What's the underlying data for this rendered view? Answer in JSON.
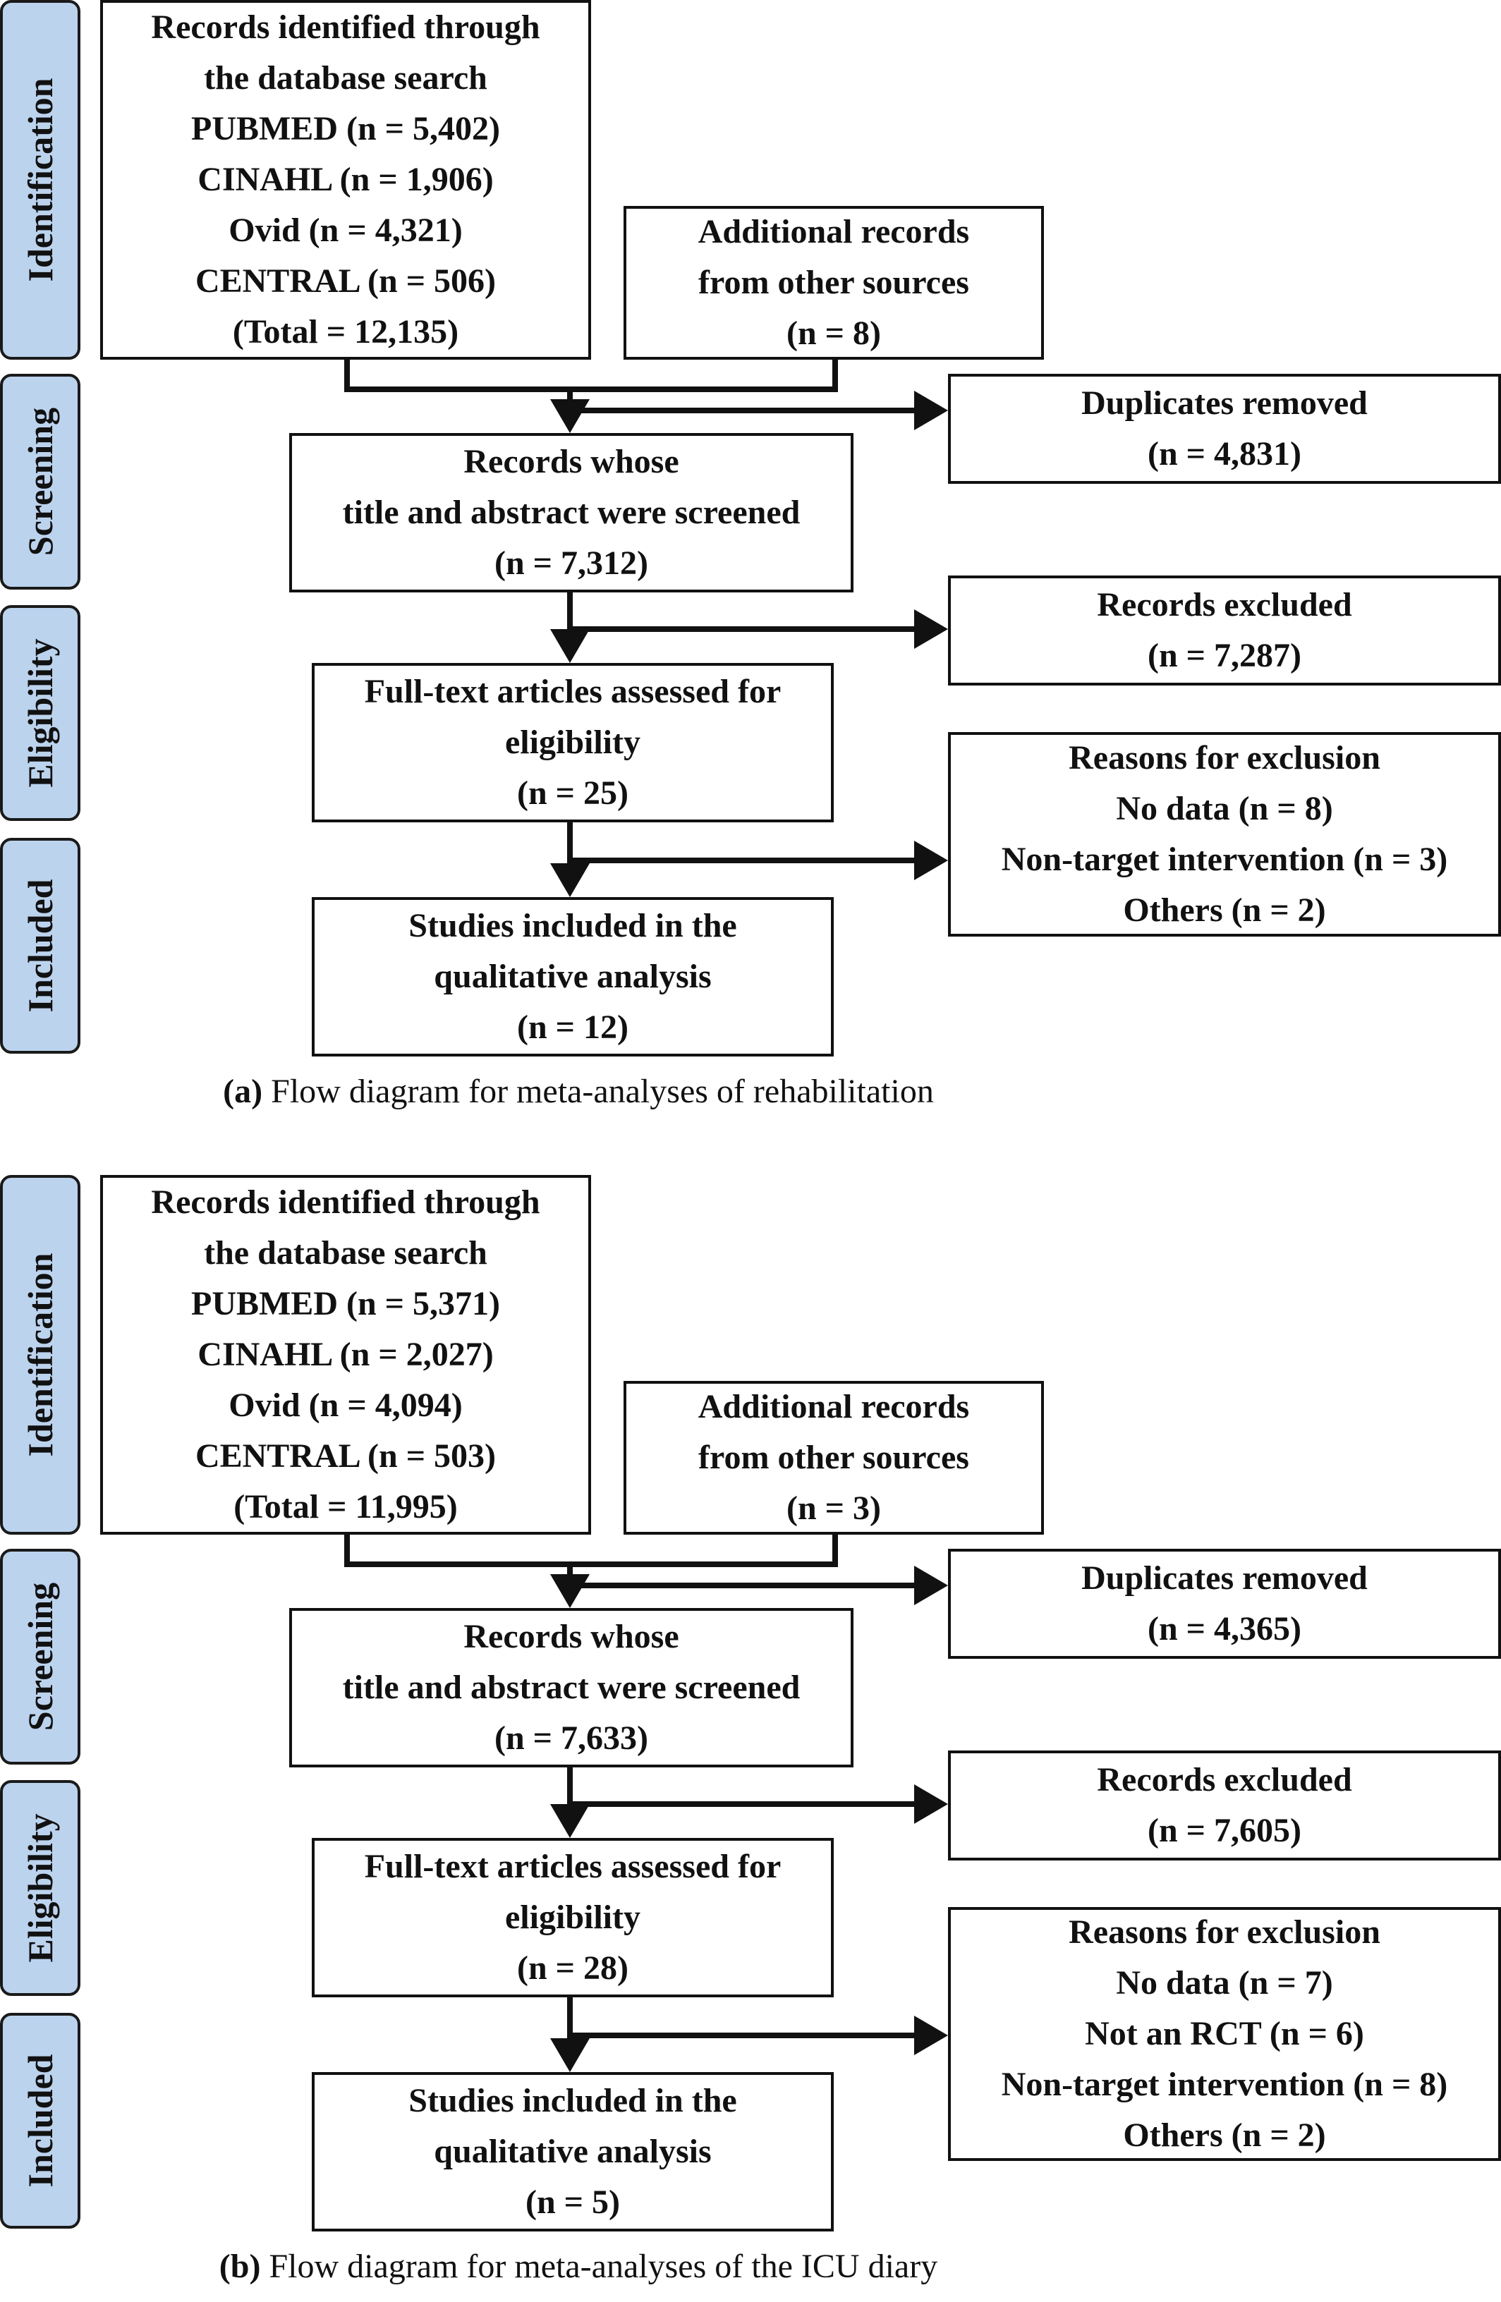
{
  "stages": [
    "Identification",
    "Screening",
    "Eligibility",
    "Included"
  ],
  "panels": [
    {
      "id": "a",
      "database": [
        "Records identified through",
        "the database search",
        "PUBMED (n = 5,402)",
        "CINAHL (n = 1,906)",
        "Ovid (n = 4,321)",
        "CENTRAL (n = 506)",
        "(Total = 12,135)"
      ],
      "additional": [
        "Additional records",
        "from other sources",
        "(n = 8)"
      ],
      "duplicates": [
        "Duplicates removed",
        "(n = 4,831)"
      ],
      "screened": [
        "Records whose",
        "title and abstract were screened",
        "(n = 7,312)"
      ],
      "excluded": [
        "Records excluded",
        "(n = 7,287)"
      ],
      "fulltext": [
        "Full-text articles assessed for",
        "eligibility",
        "(n = 25)"
      ],
      "reasons": [
        "Reasons for exclusion",
        "No data (n = 8)",
        "Non-target intervention (n = 3)",
        "Others (n = 2)"
      ],
      "included": [
        "Studies included in the",
        "qualitative analysis",
        "(n = 12)"
      ],
      "caption_label": "(a)",
      "caption_text": " Flow diagram for meta-analyses of rehabilitation"
    },
    {
      "id": "b",
      "database": [
        "Records identified through",
        "the database search",
        "PUBMED (n = 5,371)",
        "CINAHL (n = 2,027)",
        "Ovid (n = 4,094)",
        "CENTRAL (n = 503)",
        "(Total = 11,995)"
      ],
      "additional": [
        "Additional records",
        "from other sources",
        "(n = 3)"
      ],
      "duplicates": [
        "Duplicates removed",
        "(n = 4,365)"
      ],
      "screened": [
        "Records whose",
        "title and abstract were screened",
        "(n = 7,633)"
      ],
      "excluded": [
        "Records excluded",
        "(n = 7,605)"
      ],
      "fulltext": [
        "Full-text articles assessed for",
        "eligibility",
        "(n = 28)"
      ],
      "reasons": [
        "Reasons for exclusion",
        "No data (n = 7)",
        "Not an RCT (n = 6)",
        "Non-target intervention (n = 8)",
        "Others (n = 2)"
      ],
      "included": [
        "Studies included in the",
        "qualitative analysis",
        "(n = 5)"
      ],
      "caption_label": "(b)",
      "caption_text": " Flow diagram for meta-analyses of the ICU diary"
    }
  ]
}
